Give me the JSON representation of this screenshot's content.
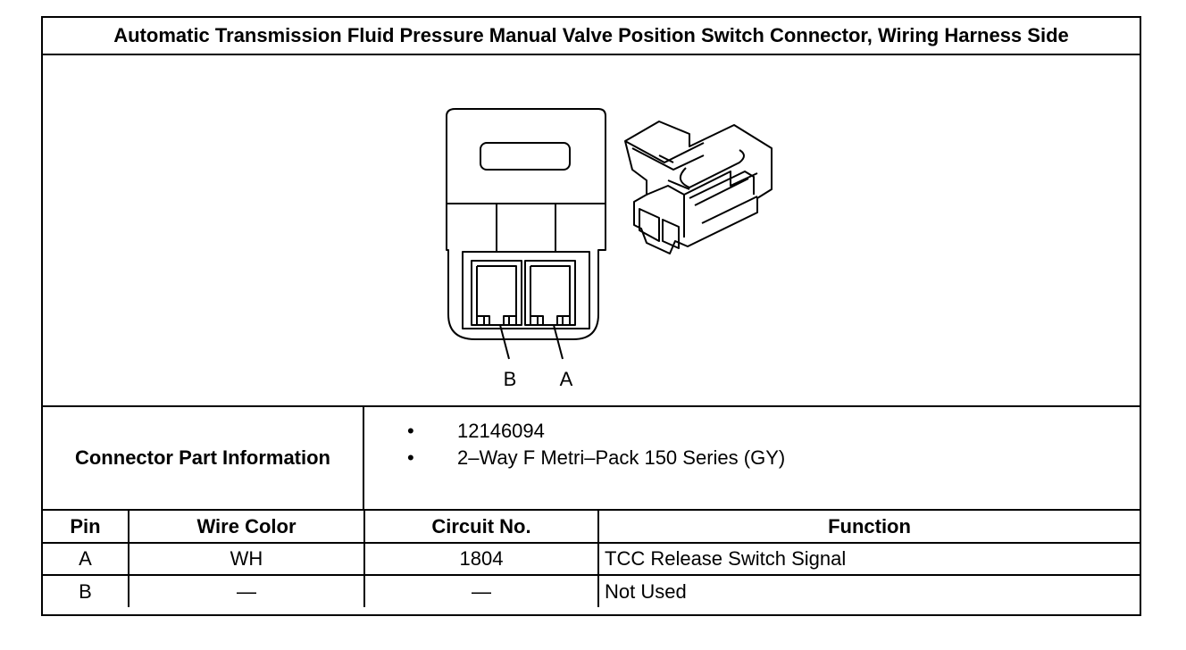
{
  "title": "Automatic Transmission Fluid Pressure Manual Valve Position Switch Connector, Wiring Harness Side",
  "diagram": {
    "pin_labels": [
      "B",
      "A"
    ]
  },
  "connector_info": {
    "label": "Connector Part Information",
    "items": [
      "12146094",
      "2–Way F Metri–Pack 150 Series (GY)"
    ],
    "bullet": "•"
  },
  "pin_table": {
    "headers": [
      "Pin",
      "Wire Color",
      "Circuit No.",
      "Function"
    ],
    "rows": [
      [
        "A",
        "WH",
        "1804",
        "TCC Release Switch Signal"
      ],
      [
        "B",
        "—",
        "—",
        "Not Used"
      ]
    ]
  }
}
